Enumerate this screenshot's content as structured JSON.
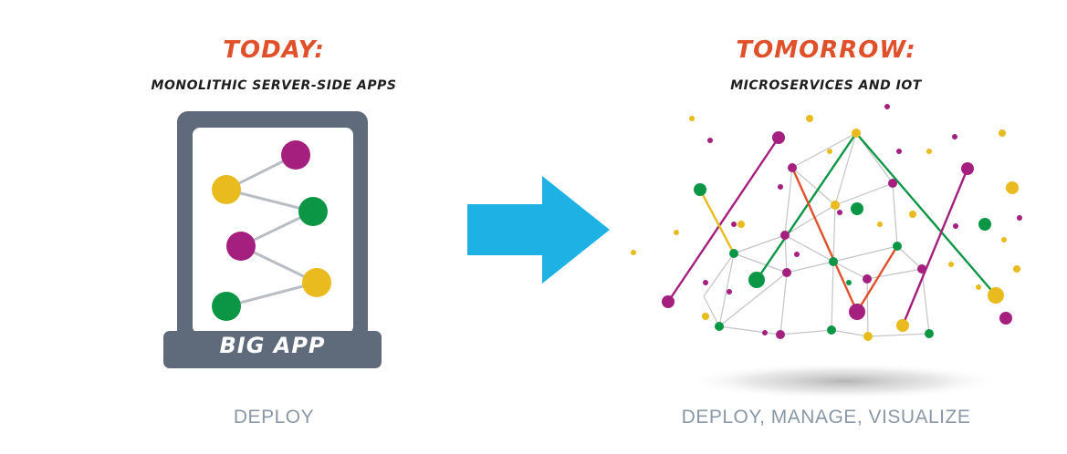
{
  "left": {
    "title": "TODAY:",
    "subtitle": "MONOLITHIC SERVER-SIDE APPS",
    "app_label": "BIG APP",
    "caption": "DEPLOY"
  },
  "right": {
    "title": "TOMORROW:",
    "subtitle": "MICROSERVICES AND IOT",
    "caption": "DEPLOY, MANAGE, VISUALIZE"
  },
  "colors": {
    "accent": "#e0512b",
    "arrow": "#1eb1e3",
    "device": "#5f6b7a",
    "magenta": "#a51f7f",
    "yellow": "#e9bb1f",
    "green": "#0a9645",
    "orange": "#e0512b",
    "caption": "#8a97a6"
  }
}
